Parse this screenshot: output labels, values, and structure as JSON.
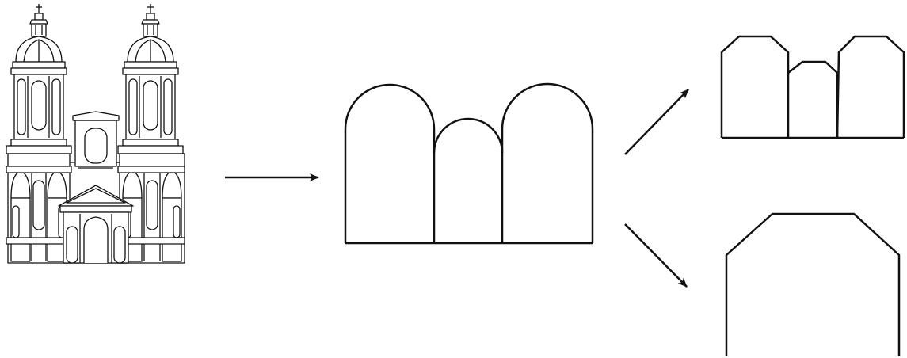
{
  "diagram": {
    "stroke_color": "#111111",
    "background": "#ffffff",
    "stages": [
      {
        "id": "church-drawing",
        "icon": "church-facade-icon"
      },
      {
        "id": "rounded-outline",
        "icon": "rounded-arch-silhouette-icon"
      },
      {
        "id": "faceted-outline",
        "icon": "faceted-silhouette-icon"
      },
      {
        "id": "single-outline",
        "icon": "single-chamfered-outline-icon"
      }
    ],
    "arrows": [
      {
        "from": "church-drawing",
        "to": "rounded-outline"
      },
      {
        "from": "rounded-outline",
        "to": "faceted-outline"
      },
      {
        "from": "rounded-outline",
        "to": "single-outline"
      }
    ]
  }
}
